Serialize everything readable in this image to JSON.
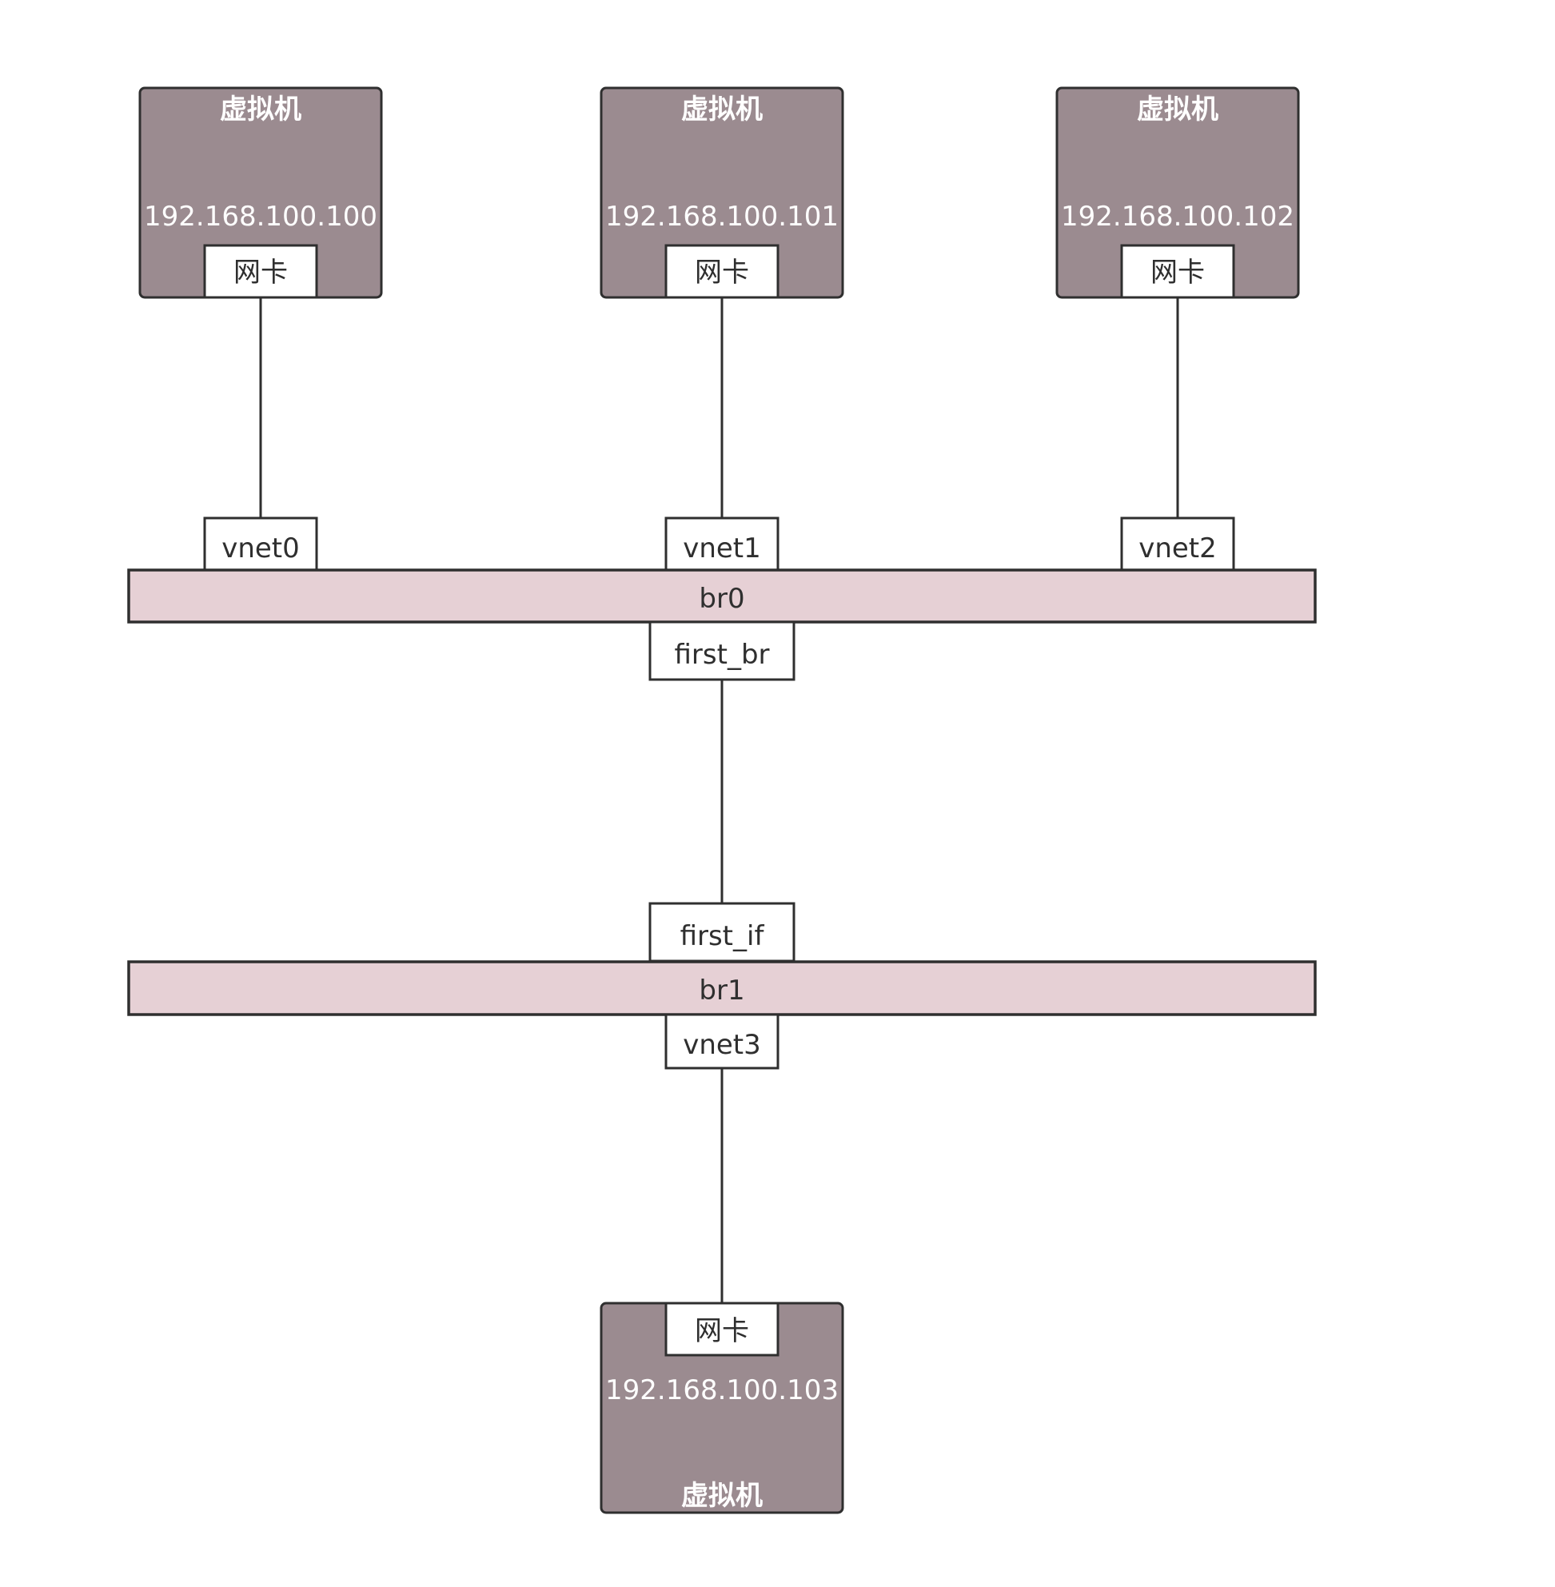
{
  "vms": [
    {
      "title": "虚拟机",
      "ip": "192.168.100.100",
      "nic": "网卡"
    },
    {
      "title": "虚拟机",
      "ip": "192.168.100.101",
      "nic": "网卡"
    },
    {
      "title": "虚拟机",
      "ip": "192.168.100.102",
      "nic": "网卡"
    },
    {
      "title": "虚拟机",
      "ip": "192.168.100.103",
      "nic": "网卡"
    }
  ],
  "bridges": [
    {
      "label": "br0"
    },
    {
      "label": "br1"
    }
  ],
  "ports": {
    "vnet0": "vnet0",
    "vnet1": "vnet1",
    "vnet2": "vnet2",
    "vnet3": "vnet3",
    "first_br": "first_br",
    "first_if": "first_if"
  }
}
